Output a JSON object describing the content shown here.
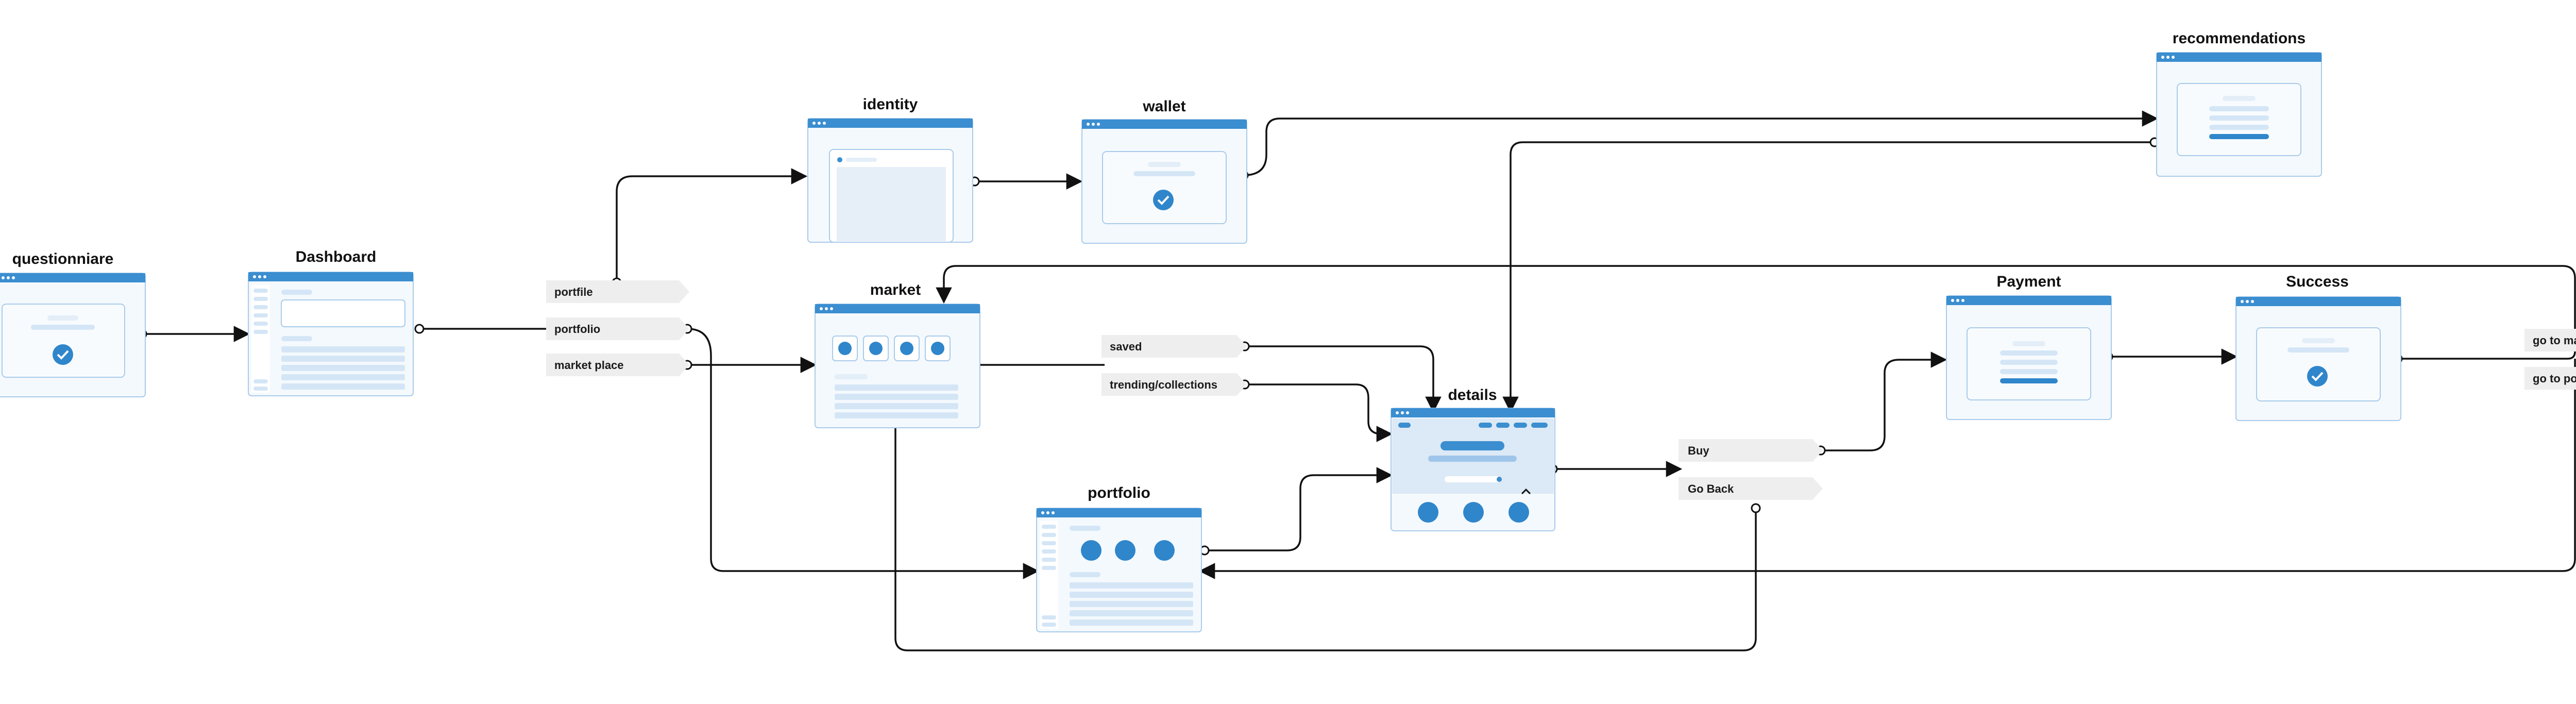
{
  "screens": {
    "questionnaire": "questionniare",
    "dashboard": "Dashboard",
    "identity": "identity",
    "wallet": "wallet",
    "market": "market",
    "portfolio": "portfolio",
    "details": "details",
    "recommendations": "recommendations",
    "payment": "Payment",
    "success": "Success"
  },
  "dashboard_actions": {
    "portfile": "portfile",
    "portfolio": "portfolio",
    "market_place": "market place"
  },
  "market_actions": {
    "saved": "saved",
    "trending": "trending/collections"
  },
  "details_actions": {
    "buy": "Buy",
    "go_back": "Go Back"
  },
  "success_actions": {
    "go_to_market": "go to market",
    "go_to_portfolio": "go to portfolio"
  },
  "colors": {
    "accent": "#3b8ed0",
    "wire_light": "#d4e6f6",
    "frame_border": "#a9cbea",
    "frame_fill": "#f4f9fd",
    "pill": "#eeeeee",
    "connector": "#111111"
  }
}
